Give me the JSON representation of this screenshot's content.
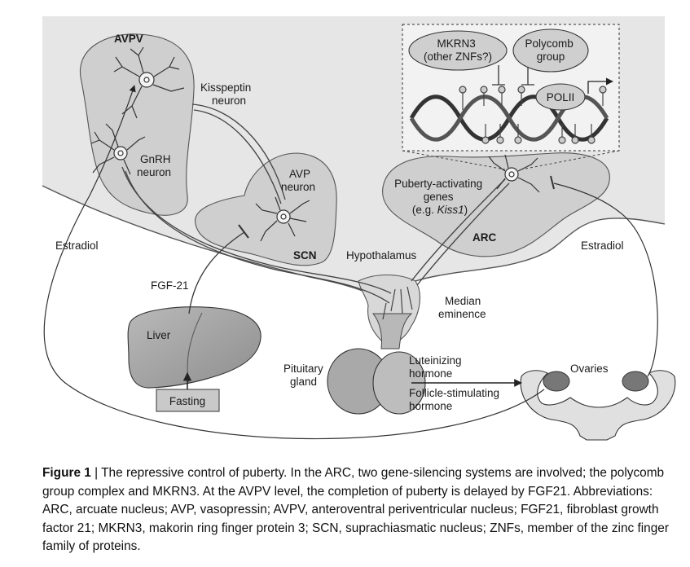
{
  "labels": {
    "avpv": "AVPV",
    "kisspeptin": [
      "Kisspeptin",
      "neuron"
    ],
    "gnrh": [
      "GnRH",
      "neuron"
    ],
    "avp": [
      "AVP",
      "neuron"
    ],
    "scn": "SCN",
    "hypothalamus": "Hypothalamus",
    "arc": "ARC",
    "puberty_genes": [
      "Puberty-activating",
      "genes",
      "(e.g. ",
      "Kiss1",
      ")"
    ],
    "estradiol_left": "Estradiol",
    "estradiol_right": "Estradiol",
    "fgf21": "FGF-21",
    "liver": "Liver",
    "fasting": "Fasting",
    "median_eminence": [
      "Median",
      "eminence"
    ],
    "pituitary": [
      "Pituitary",
      "gland"
    ],
    "lh": [
      "Luteinizing",
      "hormone"
    ],
    "fsh": [
      "Follicle-stimulating",
      "hormone"
    ],
    "ovaries": "Ovaries",
    "mkrn3": [
      "MKRN3",
      "(other ZNFs?)"
    ],
    "polycomb": [
      "Polycomb",
      "group"
    ],
    "polii": "POLII"
  },
  "caption": {
    "figure_label": "Figure 1",
    "separator": " | ",
    "text": "The repressive control of puberty. In the ARC, two gene-silencing systems are involved; the polycomb group complex and MKRN3. At the AVPV level, the completion of puberty is delayed by FGF21. Abbreviations: ARC, arcuate nucleus; AVP, vasopressin; AVPV, anteroventral periventricular nucleus; FGF21, fibroblast growth factor 21; MKRN3, makorin ring finger protein 3; SCN, suprachiasmatic nucleus; ZNFs, member of the zinc finger family of proteins."
  },
  "colors": {
    "brain": "#e4e4e4",
    "nucleus": "#cfcfcf",
    "organ": "#a9a9a9",
    "outline": "#3a3a3a",
    "callout_fill": "#f2f2f2"
  }
}
